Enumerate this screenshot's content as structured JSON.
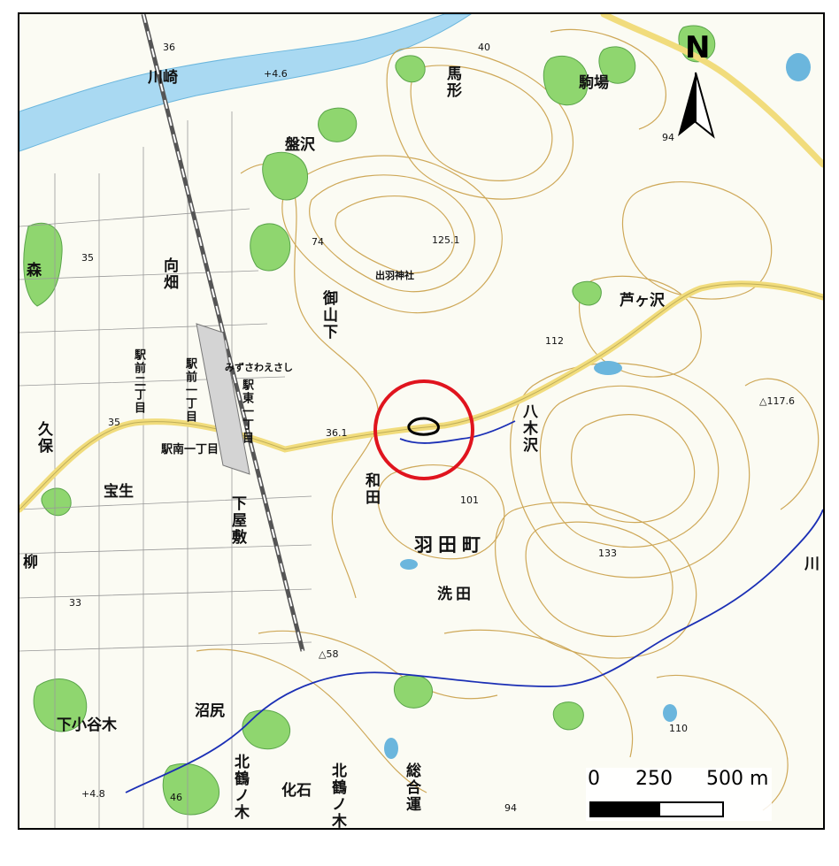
{
  "map": {
    "north_label": "N",
    "scale": {
      "zero": "0",
      "mid": "250",
      "end": "500 m"
    },
    "labels": {
      "kawasaki": "川崎",
      "mori": "森",
      "kubo": "久保",
      "yanagi": "柳",
      "mukaihata": "向畑",
      "ekimae2": "駅前二丁目",
      "ekimae1": "駅前一丁目",
      "ekihigashi1": "駅東一丁目",
      "ekiminami1": "駅南一丁目",
      "hosho": "宝生",
      "shimoyashiki": "下屋敷",
      "banzawa": "盤沢",
      "onyamashita": "御山下",
      "dewa_shrine": "出羽神社",
      "mizusawa": "みずさわえさし",
      "umagata": "馬形",
      "komaba": "駒場",
      "ashizawa": "芦ヶ沢",
      "yagizawa": "八木沢",
      "wada": "和田",
      "hadamachi": "羽田町",
      "araida": "洗田",
      "numajiri": "沼尻",
      "shimokoyagi": "下小谷木",
      "kitatsurunoki": "北鶴ノ木",
      "kaseki": "化石",
      "kitatsurunoki2": "北鶴ノ木",
      "sogo": "総合運",
      "river": "川"
    },
    "elevations": {
      "e36": "36",
      "e40": "40",
      "e46": "+4.6",
      "e94a": "94",
      "e35a": "35",
      "e74": "74",
      "e125": "125.1",
      "e112": "112",
      "e1176": "△117.6",
      "e35b": "35",
      "e361": "36.1",
      "e101": "101",
      "e133": "133",
      "e33": "33",
      "e58": "△58",
      "e110": "110",
      "e48": "+4.8",
      "e46b": "46",
      "e94b": "94"
    },
    "colors": {
      "river": "#a9d9f2",
      "road": "#f5e9a0",
      "forest": "#8fd66f",
      "contour": "#c79a3e",
      "circle": "#e0141e",
      "stream": "#1b2fb5",
      "rail": "#555555"
    }
  }
}
